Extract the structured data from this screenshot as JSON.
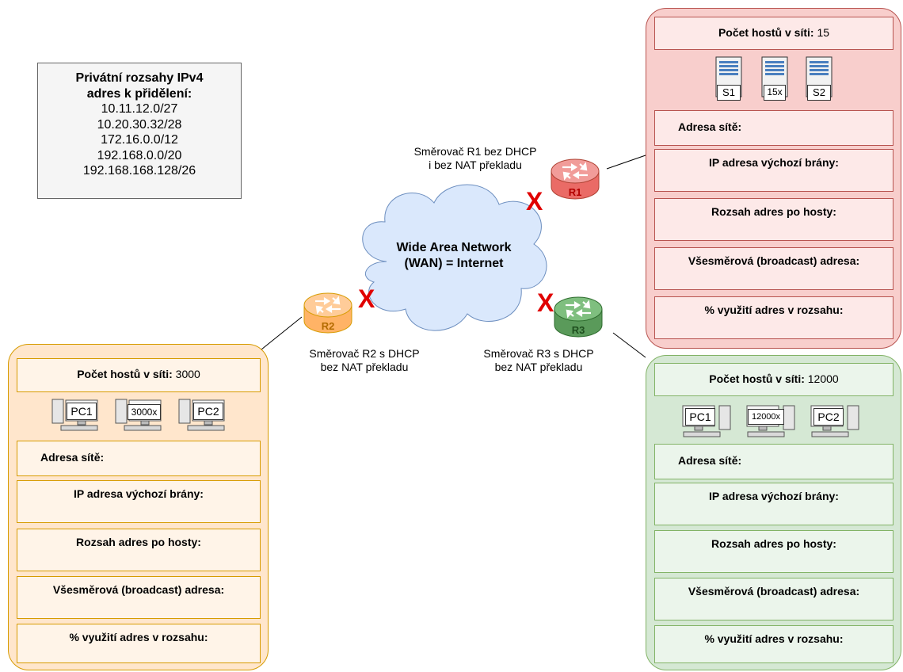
{
  "info_box": {
    "title_line1": "Privátní rozsahy IPv4",
    "title_line2": "adres k přidělení:",
    "ranges": [
      "10.11.12.0/27",
      "10.20.30.32/28",
      "172.16.0.0/12",
      "192.168.0.0/20",
      "192.168.168.128/26"
    ]
  },
  "wan": {
    "line1": "Wide Area Network",
    "line2": "(WAN) = Internet"
  },
  "routers": {
    "r1": {
      "label": "R1",
      "note1": "Směrovač R1 bez DHCP",
      "note2": "i bez NAT překladu",
      "color": "#ea6b66"
    },
    "r2": {
      "label": "R2",
      "note1": "Směrovač R2 s DHCP",
      "note2": "bez NAT překladu",
      "color": "#ffb366"
    },
    "r3": {
      "label": "R3",
      "note1": "Směrovač R3 s DHCP",
      "note2": "bez NAT překladu",
      "color": "#60a060"
    }
  },
  "fields": {
    "hosts_label": "Počet hostů v síti:",
    "network_address": "Adresa sítě:",
    "gateway": "IP adresa výchozí brány:",
    "host_range": "Rozsah adres po hosty:",
    "broadcast": "Všesměrová (broadcast) adresa:",
    "utilization": "% využití adres v rozsahu:"
  },
  "lan_r1": {
    "host_count": "15",
    "devices": [
      "S1",
      "15x",
      "S2"
    ],
    "fill": "#f8cecc",
    "stroke": "#b85450"
  },
  "lan_r2": {
    "host_count": "3000",
    "devices": [
      "PC1",
      "3000x",
      "PC2"
    ],
    "fill": "#ffe6cc",
    "stroke": "#d79b00"
  },
  "lan_r3": {
    "host_count": "12000",
    "devices": [
      "PC1",
      "12000x",
      "PC2"
    ],
    "fill": "#d5e8d4",
    "stroke": "#82b366"
  },
  "mark": "X"
}
